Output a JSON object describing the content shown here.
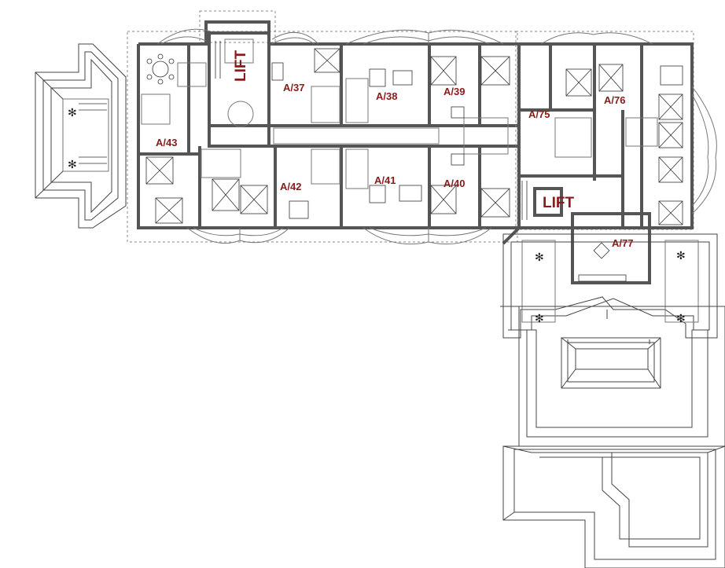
{
  "colors": {
    "label": "#8b1a1a",
    "wall": "#555555",
    "line": "#444444"
  },
  "units": [
    {
      "id": "a37",
      "label": "A/37"
    },
    {
      "id": "a38",
      "label": "A/38"
    },
    {
      "id": "a39",
      "label": "A/39"
    },
    {
      "id": "a43",
      "label": "A/43"
    },
    {
      "id": "a42",
      "label": "A/42"
    },
    {
      "id": "a41",
      "label": "A/41"
    },
    {
      "id": "a40",
      "label": "A/40"
    },
    {
      "id": "a75",
      "label": "A/75"
    },
    {
      "id": "a76",
      "label": "A/76"
    },
    {
      "id": "a77",
      "label": "A/77"
    }
  ],
  "lifts": [
    {
      "id": "lift-west",
      "label": "LIFT",
      "orientation": "vertical"
    },
    {
      "id": "lift-east",
      "label": "LIFT",
      "orientation": "horizontal"
    }
  ]
}
